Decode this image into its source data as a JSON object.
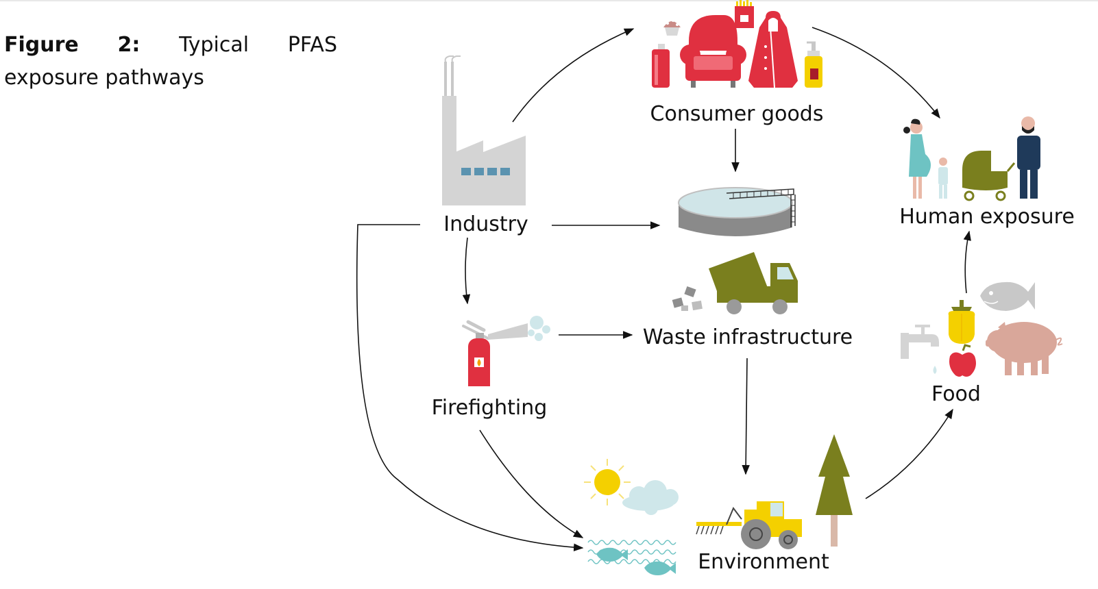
{
  "caption": {
    "label": "Figure",
    "number": "2:",
    "word1": "Typical",
    "word2": "PFAS",
    "line2": "exposure pathways"
  },
  "nodes": {
    "industry": "Industry",
    "consumer_goods": "Consumer goods",
    "human_exposure": "Human exposure",
    "waste_infrastructure": "Waste infrastructure",
    "firefighting": "Firefighting",
    "food": "Food",
    "environment": "Environment"
  },
  "edges": [
    {
      "from": "Industry",
      "to": "Consumer goods"
    },
    {
      "from": "Consumer goods",
      "to": "Human exposure"
    },
    {
      "from": "Consumer goods",
      "to": "Waste infrastructure"
    },
    {
      "from": "Industry",
      "to": "Waste infrastructure"
    },
    {
      "from": "Industry",
      "to": "Firefighting"
    },
    {
      "from": "Firefighting",
      "to": "Waste infrastructure"
    },
    {
      "from": "Firefighting",
      "to": "Environment"
    },
    {
      "from": "Industry",
      "to": "Environment"
    },
    {
      "from": "Waste infrastructure",
      "to": "Environment"
    },
    {
      "from": "Environment",
      "to": "Food"
    },
    {
      "from": "Food",
      "to": "Human exposure"
    }
  ],
  "colors": {
    "red": "#e03040",
    "olive": "#7a7f1e",
    "yellow": "#f4d000",
    "teal": "#6ec3c3",
    "light_blue": "#cfe7ea",
    "gray": "#9a9a9a",
    "light_gray": "#d4d4d4",
    "navy": "#1f3a5a",
    "pink": "#d9a79a"
  },
  "icons": [
    "factory-icon",
    "sofa-icon",
    "coat-icon",
    "spray-can-icon",
    "bottle-icon",
    "fries-icon",
    "muffin-icon",
    "pregnant-woman-icon",
    "child-icon",
    "stroller-icon",
    "man-icon",
    "treatment-tank-icon",
    "dump-truck-icon",
    "extinguisher-icon",
    "fish-icon",
    "pepper-icon",
    "pig-icon",
    "apple-icon",
    "faucet-icon",
    "sun-icon",
    "cloud-icon",
    "tractor-icon",
    "tree-icon",
    "water-waves-icon"
  ]
}
